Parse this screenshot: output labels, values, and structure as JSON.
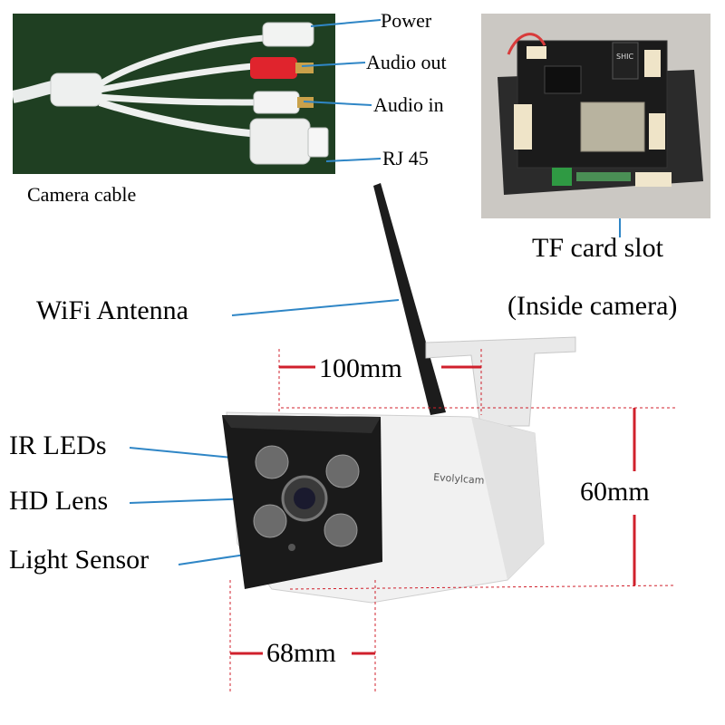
{
  "cable_photo": {
    "caption": "Camera cable",
    "labels": {
      "power": "Power",
      "audio_out": "Audio out",
      "audio_in": "Audio in",
      "rj45": "RJ 45"
    }
  },
  "board_photo": {
    "board_marking": "SHIC",
    "label_line1": "TF card slot",
    "label_line2": "(Inside camera)"
  },
  "camera": {
    "brand": "Evolylcam",
    "labels": {
      "antenna": "WiFi Antenna",
      "ir_leds": "IR LEDs",
      "hd_lens": "HD Lens",
      "light_sensor": "Light Sensor"
    }
  },
  "dimensions": {
    "length": "100mm",
    "height": "60mm",
    "width": "68mm"
  },
  "colors": {
    "leader_line": "#2f86c6",
    "dimension_line": "#d0202c",
    "cable_background": "#1d3d21",
    "camera_body": "#f0f0f0"
  }
}
